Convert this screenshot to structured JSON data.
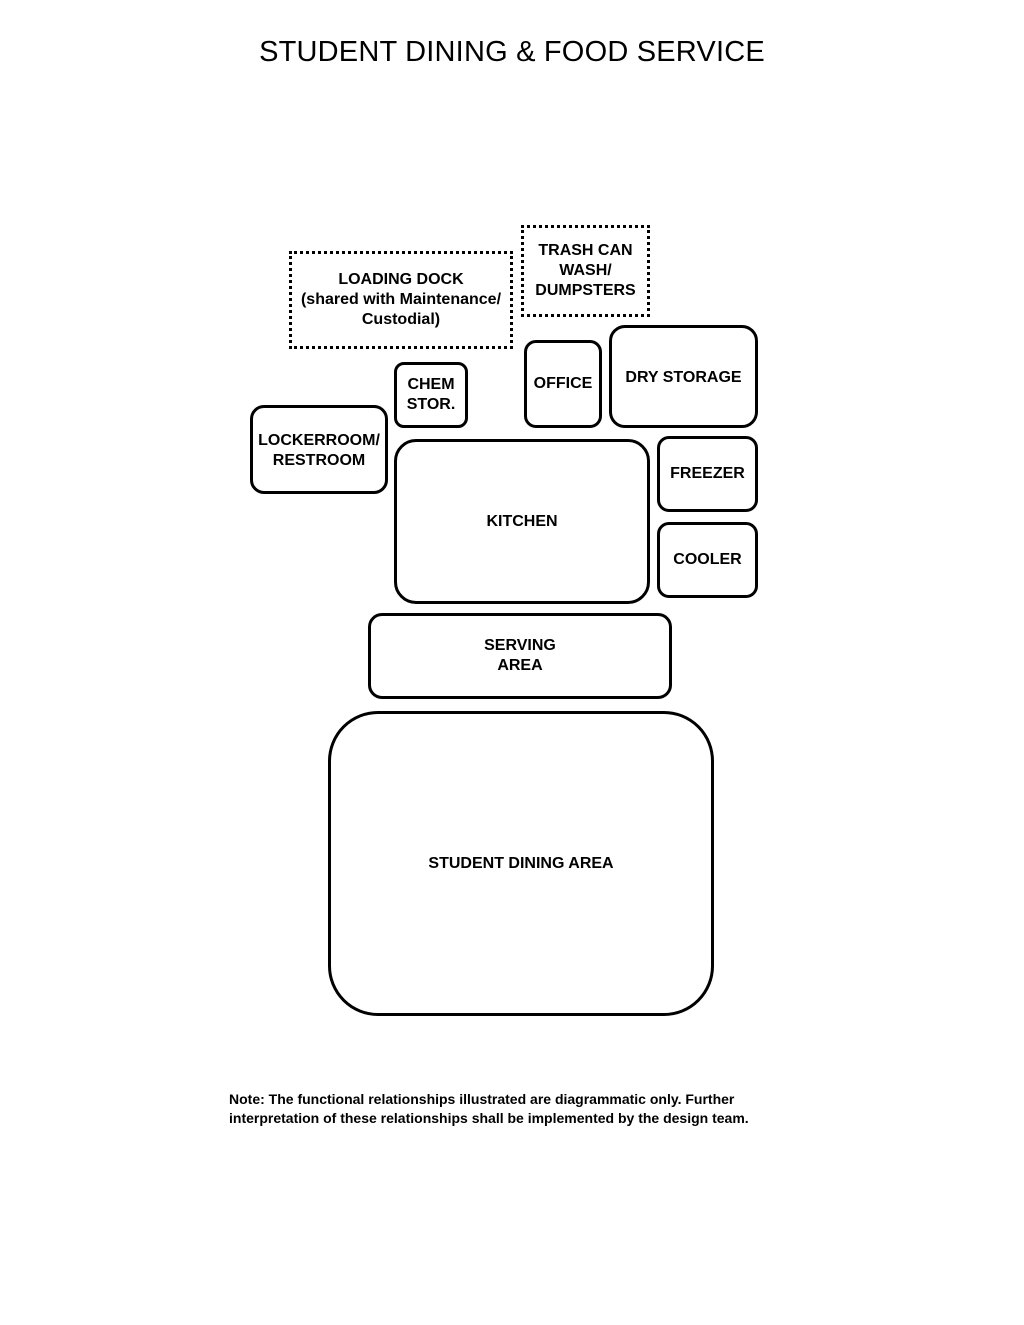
{
  "title": "STUDENT DINING & FOOD SERVICE",
  "rooms": {
    "loading_dock": "LOADING DOCK\n(shared with Maintenance/\nCustodial)",
    "trash_wash": "TRASH CAN\nWASH/\nDUMPSTERS",
    "chem_stor": "CHEM\nSTOR.",
    "office": "OFFICE",
    "dry_storage": "DRY STORAGE",
    "lockerroom": "LOCKERROOM/\nRESTROOM",
    "kitchen": "KITCHEN",
    "freezer": "FREEZER",
    "cooler": "COOLER",
    "serving_area": "SERVING\nAREA",
    "dining_area": "STUDENT DINING AREA"
  },
  "note": "Note:  The functional relationships illustrated are diagrammatic only.  Further\ninterpretation of these relationships shall be implemented by the design team."
}
